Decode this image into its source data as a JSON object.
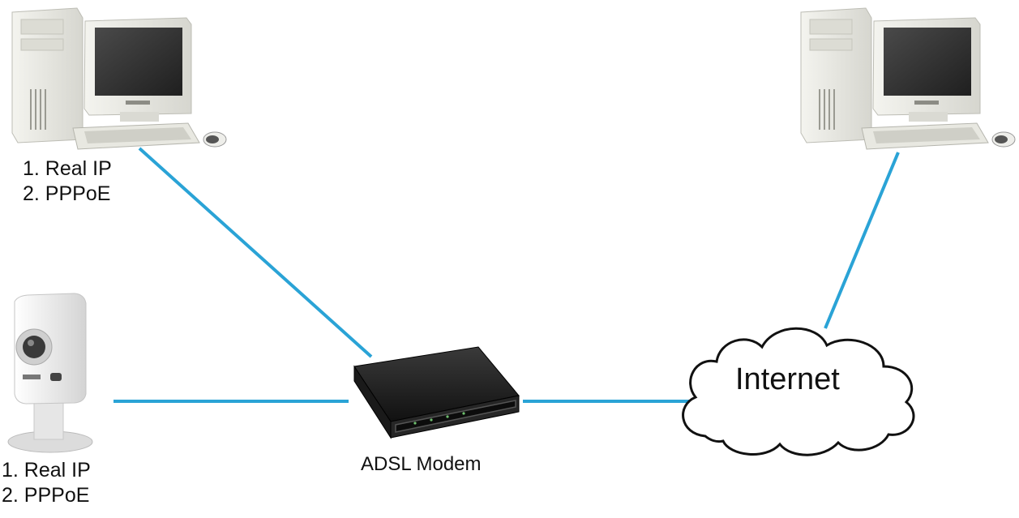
{
  "diagram": {
    "nodes": {
      "pc_left": {
        "notes": [
          "1. Real IP",
          "2. PPPoE"
        ]
      },
      "camera": {
        "notes": [
          "1. Real IP",
          "2. PPPoE"
        ]
      },
      "modem": {
        "label": "ADSL Modem"
      },
      "cloud": {
        "label": "Internet"
      },
      "pc_right": {}
    },
    "edges": [
      {
        "from": "pc_left",
        "to": "modem"
      },
      {
        "from": "camera",
        "to": "modem"
      },
      {
        "from": "modem",
        "to": "cloud"
      },
      {
        "from": "cloud",
        "to": "pc_right"
      }
    ]
  },
  "colors": {
    "link": "#2aa3d6",
    "modem_body": "#1e1e1e",
    "device_beige": "#e9e9e2",
    "screen": "#2f2f2f"
  }
}
